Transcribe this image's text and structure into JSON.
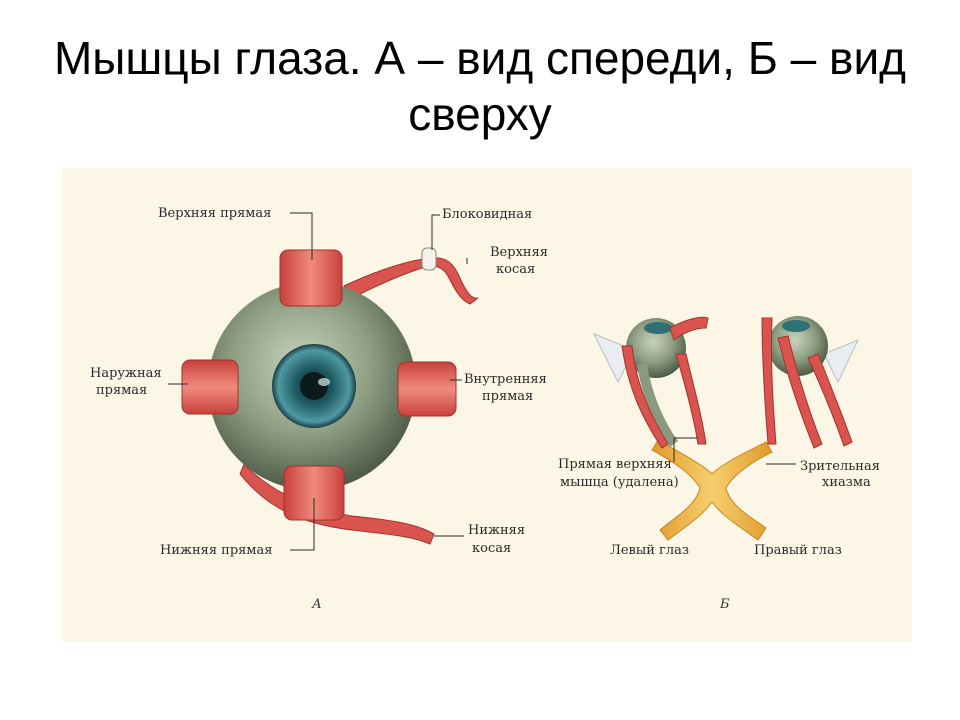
{
  "title": "Мышцы глаза. А – вид спереди, Б – вид сверху",
  "view_a": {
    "letter": "А",
    "labels": {
      "superior_rectus": "Верхняя прямая",
      "trochlea": "Блоковидная",
      "superior_oblique_1": "Верхняя",
      "superior_oblique_2": "косая",
      "lateral_rectus_1": "Наружная",
      "lateral_rectus_2": "прямая",
      "medial_rectus_1": "Внутренняя",
      "medial_rectus_2": "прямая",
      "inferior_rectus": "Нижняя прямая",
      "inferior_oblique_1": "Нижняя",
      "inferior_oblique_2": "косая"
    }
  },
  "view_b": {
    "letter": "Б",
    "labels": {
      "removed_1": "Прямая верхняя",
      "removed_2": "мышца (удалена)",
      "chiasm_1": "Зрительная",
      "chiasm_2": "хиазма",
      "left_eye": "Левый глаз",
      "right_eye": "Правый глаз"
    }
  },
  "colors": {
    "muscle": "#d9534f",
    "eyeball": "#8a9a7e",
    "iris": "#2f6f78",
    "nerve": "#f0b449",
    "background": "#fbf6e6"
  }
}
